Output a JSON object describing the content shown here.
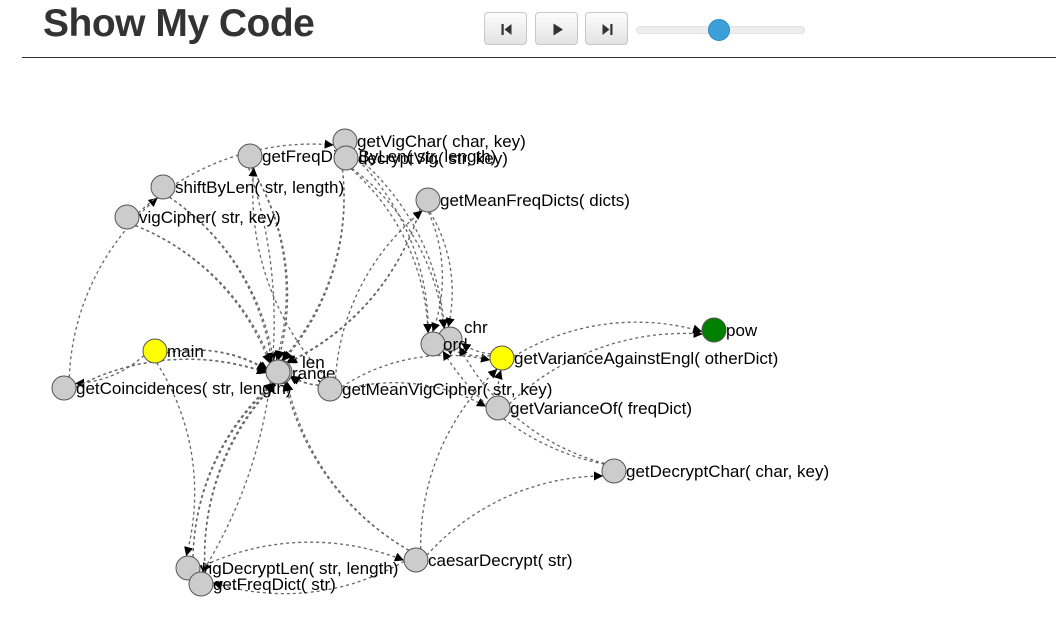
{
  "app": {
    "title": "Show My Code"
  },
  "controls": {
    "buttons": [
      {
        "name": "step-back-button",
        "icon": "step-back-icon"
      },
      {
        "name": "play-button",
        "icon": "play-icon"
      },
      {
        "name": "step-forward-button",
        "icon": "step-forward-icon"
      }
    ],
    "slider": {
      "value": 0.49
    }
  },
  "colors": {
    "node_default": "#cccccc",
    "node_highlight": "#ffff00",
    "node_active": "#008000",
    "edge": "#666666",
    "accent": "#3b9fd8"
  },
  "graph": {
    "nodes": [
      {
        "id": "getVigChar",
        "label": "getVigChar( char, key)",
        "state": "default"
      },
      {
        "id": "getFreqDictsByLen",
        "label": "getFreqDictsByLen( str, length)",
        "state": "default"
      },
      {
        "id": "decryptVig",
        "label": "decryptVig( str, key)",
        "state": "default"
      },
      {
        "id": "shiftByLen",
        "label": "shiftByLen( str, length)",
        "state": "default"
      },
      {
        "id": "vigCipher",
        "label": "vigCipher( str, key)",
        "state": "default"
      },
      {
        "id": "getMeanFreqDicts",
        "label": "getMeanFreqDicts( dicts)",
        "state": "default"
      },
      {
        "id": "main",
        "label": "main",
        "state": "highlight"
      },
      {
        "id": "getCoincidences",
        "label": "getCoincidences( str, length)",
        "state": "default"
      },
      {
        "id": "len",
        "label": "len",
        "state": "default"
      },
      {
        "id": "range",
        "label": "range",
        "state": "default"
      },
      {
        "id": "getMeanVigCipher",
        "label": "getMeanVigCipher( str, key)",
        "state": "default"
      },
      {
        "id": "chr",
        "label": "chr",
        "state": "default"
      },
      {
        "id": "ord",
        "label": "ord",
        "state": "default"
      },
      {
        "id": "pow",
        "label": "pow",
        "state": "active"
      },
      {
        "id": "getVarianceAgainstEngl",
        "label": "getVarianceAgainstEngl( otherDict)",
        "state": "highlight"
      },
      {
        "id": "getVarianceOf",
        "label": "getVarianceOf( freqDict)",
        "state": "default"
      },
      {
        "id": "getDecryptChar",
        "label": "getDecryptChar( char, key)",
        "state": "default"
      },
      {
        "id": "vigDecryptLen",
        "label": "vigDecryptLen( str, length)",
        "state": "default"
      },
      {
        "id": "getFreqDict",
        "label": "getFreqDict( str)",
        "state": "default"
      },
      {
        "id": "caesarDecrypt",
        "label": "caesarDecrypt( str)",
        "state": "default"
      }
    ],
    "edges": [
      {
        "from": "main",
        "to": "len"
      },
      {
        "from": "main",
        "to": "range"
      },
      {
        "from": "main",
        "to": "vigDecryptLen"
      },
      {
        "from": "main",
        "to": "getCoincidences"
      },
      {
        "from": "getCoincidences",
        "to": "len"
      },
      {
        "from": "getCoincidences",
        "to": "range"
      },
      {
        "from": "getCoincidences",
        "to": "shiftByLen"
      },
      {
        "from": "shiftByLen",
        "to": "len"
      },
      {
        "from": "shiftByLen",
        "to": "range"
      },
      {
        "from": "vigCipher",
        "to": "len"
      },
      {
        "from": "vigCipher",
        "to": "range"
      },
      {
        "from": "vigCipher",
        "to": "getVigChar"
      },
      {
        "from": "decryptVig",
        "to": "len"
      },
      {
        "from": "decryptVig",
        "to": "range"
      },
      {
        "from": "decryptVig",
        "to": "ord"
      },
      {
        "from": "decryptVig",
        "to": "chr"
      },
      {
        "from": "getVigChar",
        "to": "ord"
      },
      {
        "from": "getVigChar",
        "to": "chr"
      },
      {
        "from": "getFreqDictsByLen",
        "to": "len"
      },
      {
        "from": "getFreqDictsByLen",
        "to": "range"
      },
      {
        "from": "getFreqDictsByLen",
        "to": "getFreqDict"
      },
      {
        "from": "getMeanFreqDicts",
        "to": "len"
      },
      {
        "from": "getMeanFreqDicts",
        "to": "range"
      },
      {
        "from": "getMeanFreqDicts",
        "to": "ord"
      },
      {
        "from": "getMeanFreqDicts",
        "to": "chr"
      },
      {
        "from": "getMeanVigCipher",
        "to": "len"
      },
      {
        "from": "getMeanVigCipher",
        "to": "range"
      },
      {
        "from": "getMeanVigCipher",
        "to": "getFreqDictsByLen"
      },
      {
        "from": "getMeanVigCipher",
        "to": "getMeanFreqDicts"
      },
      {
        "from": "getMeanVigCipher",
        "to": "getVarianceAgainstEngl"
      },
      {
        "from": "getMeanVigCipher",
        "to": "getVarianceOf"
      },
      {
        "from": "getVarianceAgainstEngl",
        "to": "pow"
      },
      {
        "from": "getVarianceAgainstEngl",
        "to": "ord"
      },
      {
        "from": "getVarianceAgainstEngl",
        "to": "chr"
      },
      {
        "from": "getVarianceOf",
        "to": "pow"
      },
      {
        "from": "getVarianceOf",
        "to": "getVarianceAgainstEngl"
      },
      {
        "from": "vigDecryptLen",
        "to": "len"
      },
      {
        "from": "vigDecryptLen",
        "to": "range"
      },
      {
        "from": "vigDecryptLen",
        "to": "caesarDecrypt"
      },
      {
        "from": "vigDecryptLen",
        "to": "getFreqDict"
      },
      {
        "from": "caesarDecrypt",
        "to": "range"
      },
      {
        "from": "caesarDecrypt",
        "to": "getDecryptChar"
      },
      {
        "from": "caesarDecrypt",
        "to": "getFreqDict"
      },
      {
        "from": "caesarDecrypt",
        "to": "getVarianceAgainstEngl"
      },
      {
        "from": "caesarDecrypt",
        "to": "len"
      },
      {
        "from": "getDecryptChar",
        "to": "ord"
      },
      {
        "from": "getDecryptChar",
        "to": "chr"
      },
      {
        "from": "getFreqDict",
        "to": "len"
      },
      {
        "from": "getFreqDict",
        "to": "range"
      }
    ]
  }
}
